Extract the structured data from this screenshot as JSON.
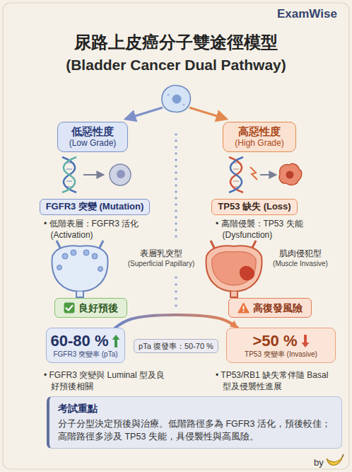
{
  "diagram": {
    "title": "尿路上皮癌分子雙途徑模型",
    "nodes": [
      {
        "text": [
          "低惡性度",
          "(Low Grade)"
        ]
      },
      {
        "text": [
          "高惡性度",
          "(High Grade)"
        ]
      },
      {
        "text": [
          "FGFR3 突變 (Mutation)"
        ]
      },
      {
        "text": [
          "TP53 缺失 (Loss)"
        ]
      },
      {
        "text": [
          "良好預後"
        ]
      },
      {
        "text": [
          "高復發風險"
        ]
      },
      {
        "text": [
          "60-80 %",
          "FGFR3 突變率 (pTa)"
        ]
      },
      {
        "text": [
          "pTa 復發率：50-70 %"
        ]
      },
      {
        "text": [
          ">50 %",
          "TP53 突變率 (Invasive)"
        ]
      },
      {
        "text": [
          "考試重點",
          "分子分型決定預後與治療。低階路徑多為 FGFR3 活化，預後較佳；高階路徑多涉及 TP53 失能，具侵襲性與高風險。"
        ]
      }
    ],
    "edges": [
      {
        "from": 6,
        "to": 8,
        "arrow": "to"
      }
    ],
    "labels": [
      "ExamWise",
      "(Bladder Cancer Dual Pathway)",
      "• 低階表層：FGFR3 活化 (Activation)",
      "• 高階侵襲：TP53 失能 (Dysfunction)",
      "表層乳突型",
      "(Superficial Papillary)",
      "肌肉侵犯型",
      "(Muscle Invasive)",
      "• FGFR3 突變與 Luminal 型及良好預後相關",
      "• TP53/RB1 缺失常伴隨 Basal 型及侵襲性進展",
      "by"
    ]
  }
}
